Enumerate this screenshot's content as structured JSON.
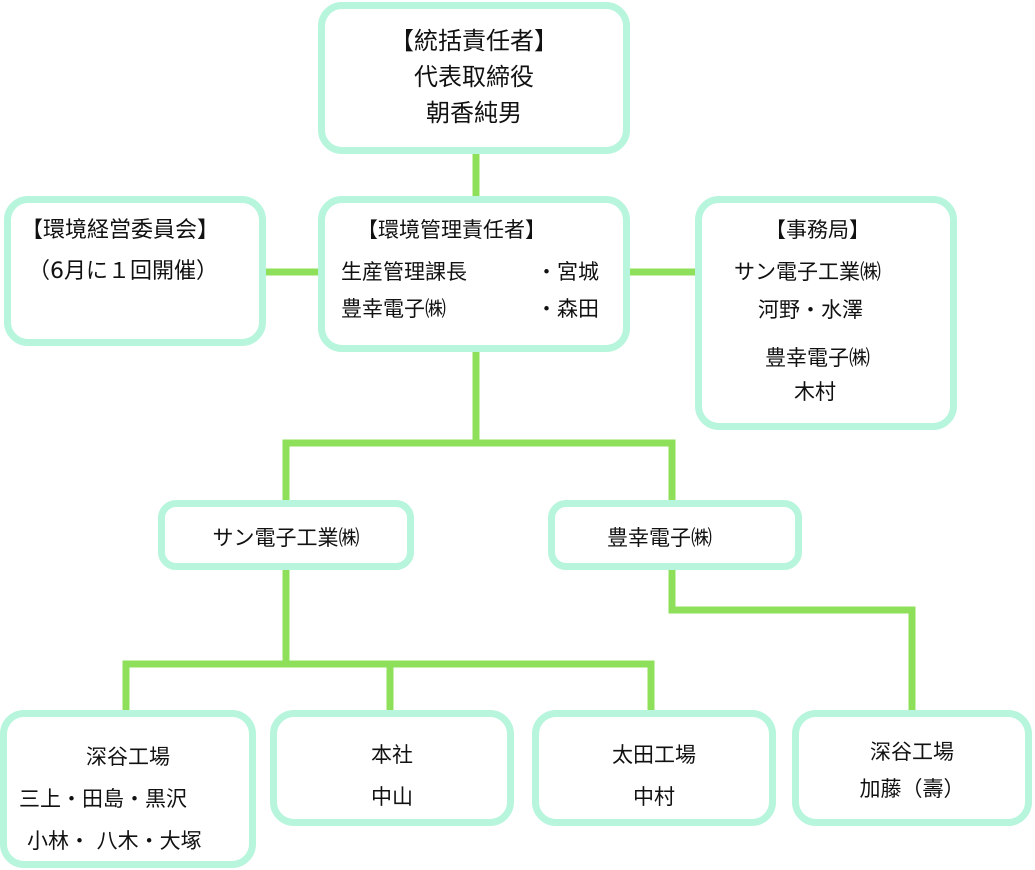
{
  "chart_data": {
    "type": "diagram",
    "title": "",
    "nodes": [
      {
        "id": "top",
        "lines": [
          "【統括責任者】",
          "代表取締役",
          "朝香純男"
        ]
      },
      {
        "id": "committee",
        "lines": [
          "【環境経営委員会】",
          "（6月に１回開催）"
        ]
      },
      {
        "id": "manager",
        "lines": [
          "【環境管理責任者】",
          "生産管理課長",
          "・宮城",
          "豊幸電子㈱",
          "・森田"
        ]
      },
      {
        "id": "office",
        "lines": [
          "【事務局】",
          "サン電子工業㈱",
          "河野・水澤",
          "豊幸電子㈱",
          "木村"
        ]
      },
      {
        "id": "sun",
        "lines": [
          "サン電子工業㈱"
        ]
      },
      {
        "id": "hosai",
        "lines": [
          "豊幸電子㈱"
        ]
      },
      {
        "id": "fukaya1",
        "lines": [
          "深谷工場",
          "三上・田島・黒沢",
          "小林・ 八木・大塚"
        ]
      },
      {
        "id": "honsha",
        "lines": [
          "本社",
          "中山"
        ]
      },
      {
        "id": "ota",
        "lines": [
          "太田工場",
          "中村"
        ]
      },
      {
        "id": "fukaya2",
        "lines": [
          "深谷工場",
          "加藤（壽）"
        ]
      }
    ],
    "edges": [
      [
        "top",
        "manager"
      ],
      [
        "committee",
        "manager"
      ],
      [
        "manager",
        "office"
      ],
      [
        "manager",
        "sun"
      ],
      [
        "manager",
        "hosai"
      ],
      [
        "sun",
        "fukaya1"
      ],
      [
        "sun",
        "honsha"
      ],
      [
        "sun",
        "ota"
      ],
      [
        "hosai",
        "fukaya2"
      ]
    ]
  },
  "nodes": {
    "top": {
      "heading": "【統括責任者】",
      "role": "代表取締役",
      "name": "朝香純男"
    },
    "committee": {
      "heading": "【環境経営委員会】",
      "note": "（6月に１回開催）"
    },
    "manager": {
      "heading": "【環境管理責任者】",
      "line1_left": "生産管理課長",
      "line1_right": "・宮城",
      "line2_left": "豊幸電子㈱",
      "line2_right": "・森田"
    },
    "office": {
      "heading": "【事務局】",
      "company1": "サン電子工業㈱",
      "names1": "河野・水澤",
      "company2": "豊幸電子㈱",
      "names2": "木村"
    },
    "sun": {
      "label": "サン電子工業㈱"
    },
    "hosai": {
      "label": "豊幸電子㈱"
    },
    "fukaya1": {
      "title": "深谷工場",
      "names1": "三上・田島・黒沢",
      "names2": "小林・ 八木・大塚"
    },
    "honsha": {
      "title": "本社",
      "name": "中山"
    },
    "ota": {
      "title": "太田工場",
      "name": "中村"
    },
    "fukaya2": {
      "title": "深谷工場",
      "name": "加藤（壽）"
    }
  },
  "colors": {
    "box_border": "#b7f5dc",
    "connector": "#8ee05a",
    "text": "#111111",
    "background": "#ffffff"
  }
}
